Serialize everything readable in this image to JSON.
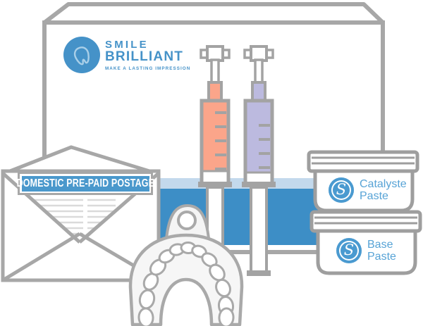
{
  "logo": {
    "line1": "SMILE",
    "line2": "BRILLIANT",
    "tagline": "MAKE A LASTING IMPRESSION",
    "icon": "tooth-in-circle"
  },
  "envelope": {
    "postage_label": "DOMESTIC PRE-PAID POSTAGE"
  },
  "containers": {
    "catalyste": {
      "monogram": "S",
      "line1": "Catalyste",
      "line2": "Paste"
    },
    "base": {
      "monogram": "S",
      "line1": "Base",
      "line2": "Paste"
    }
  },
  "colors": {
    "brand_blue": "#4592C8",
    "postage_label_blue": "#4A98CC",
    "band_blue": "#3D8EC6",
    "band_blue_light": "#C3D9EC",
    "container_text_blue": "#57A3D6",
    "monogram_blue": "#4A9AD0",
    "syringe_orange": "#FBA58A",
    "syringe_lavender": "#BCBADF",
    "outline_gray": "#A7A7A7"
  }
}
